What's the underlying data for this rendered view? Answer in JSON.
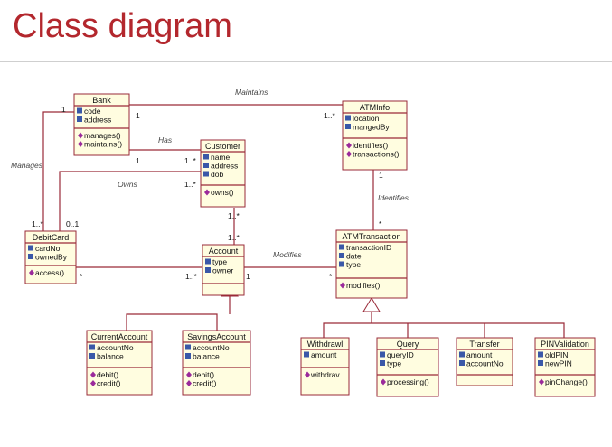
{
  "title": "Class diagram",
  "classes": {
    "bank": {
      "name": "Bank",
      "attributes": [
        "code",
        "address"
      ],
      "operations": [
        "manages()",
        "maintains()"
      ]
    },
    "atminfo": {
      "name": "ATMInfo",
      "attributes": [
        "location",
        "mangedBy"
      ],
      "operations": [
        "identifies()",
        "transactions()"
      ]
    },
    "customer": {
      "name": "Customer",
      "attributes": [
        "name",
        "address",
        "dob"
      ],
      "operations": [
        "owns()"
      ]
    },
    "debitcard": {
      "name": "DebitCard",
      "attributes": [
        "cardNo",
        "ownedBy"
      ],
      "operations": [
        "access()"
      ]
    },
    "account": {
      "name": "Account",
      "attributes": [
        "type",
        "owner"
      ],
      "operations": []
    },
    "atmtransaction": {
      "name": "ATMTransaction",
      "attributes": [
        "transactionID",
        "date",
        "type"
      ],
      "operations": [
        "modifies()"
      ]
    },
    "currentaccount": {
      "name": "CurrentAccount",
      "attributes": [
        "accountNo",
        "balance"
      ],
      "operations": [
        "debit()",
        "credit()"
      ]
    },
    "savingsaccount": {
      "name": "SavingsAccount",
      "attributes": [
        "accountNo",
        "balance"
      ],
      "operations": [
        "debit()",
        "credit()"
      ]
    },
    "withdrawl": {
      "name": "Withdrawl",
      "attributes": [
        "amount"
      ],
      "operations": [
        "withdrav..."
      ]
    },
    "query": {
      "name": "Query",
      "attributes": [
        "queryID",
        "type"
      ],
      "operations": [
        "processing()"
      ]
    },
    "transfer": {
      "name": "Transfer",
      "attributes": [
        "amount",
        "accountNo"
      ],
      "operations": []
    },
    "pinvalidation": {
      "name": "PINValidation",
      "attributes": [
        "oldPIN",
        "newPIN"
      ],
      "operations": [
        "pinChange()"
      ]
    }
  },
  "associations": {
    "maintains": "Maintains",
    "has": "Has",
    "manages": "Manages",
    "owns": "Owns",
    "identifies": "Identifies",
    "modifies": "Modifies"
  },
  "multiplicities": {
    "bank_maintains": "1",
    "atminfo_maintains": "1..*",
    "bank_has": "1",
    "customer_has": "1..*",
    "bank_manages": "1",
    "debitcard_manages": "1..*",
    "customer_owns": "1..*",
    "debitcard_owns": "0..1",
    "customer_account": "1..*",
    "account_customer": "1..*",
    "atminfo_identifies": "1",
    "atmtrans_identifies": "*",
    "debitcard_account": "*",
    "account_debitcard": "1..*",
    "account_modifies": "1",
    "atmtrans_modifies": "*"
  }
}
